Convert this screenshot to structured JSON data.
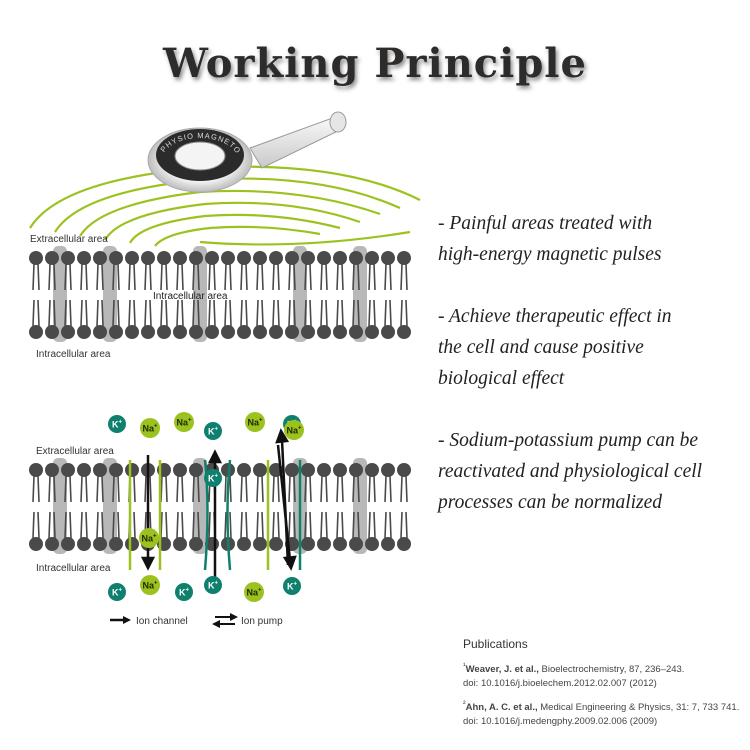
{
  "title": "Working Principle",
  "device_text": "PHYSIO MAGNETO",
  "diagram_top": {
    "extracellular_label": "Extracellular area",
    "intracellular_label_center": "Intracellular area",
    "intracellular_label": "Intracellular area"
  },
  "diagram_bottom": {
    "extracellular_label": "Extracellular area",
    "intracellular_label": "Intracellular area",
    "ion_k": "K",
    "ion_na": "Na",
    "charge": "+"
  },
  "legend": {
    "ion_channel": "Ion channel",
    "ion_pump": "Ion pump"
  },
  "bullets": [
    [
      "- Painful areas treated with",
      "high-energy magnetic pulses"
    ],
    [
      "- Achieve therapeutic effect in",
      "the cell and cause positive",
      "biological effect"
    ],
    [
      "- Sodium-potassium pump can be",
      "reactivated and physiological cell",
      "processes can be normalized"
    ]
  ],
  "publications": {
    "heading": "Publications",
    "refs": [
      {
        "marker": "¹",
        "authors": "Weaver, J. et al.,",
        "journal": " Bioelectrochemistry, 87, 236–243.",
        "doi": "doi: 10.1016/j.bioelechem.2012.02.007 (2012)"
      },
      {
        "marker": "²",
        "authors": "Ahn, A. C. et al.,",
        "journal": " Medical Engineering & Physics, 31: 7, 733 741.",
        "doi": "doi: 10.1016/j.medengphy.2009.02.006 (2009)"
      }
    ]
  },
  "colors": {
    "green": "#9cc21f",
    "teal": "#10806e",
    "lipid_dark": "#4a4a4a",
    "protein_gray": "#b8b8b8"
  }
}
